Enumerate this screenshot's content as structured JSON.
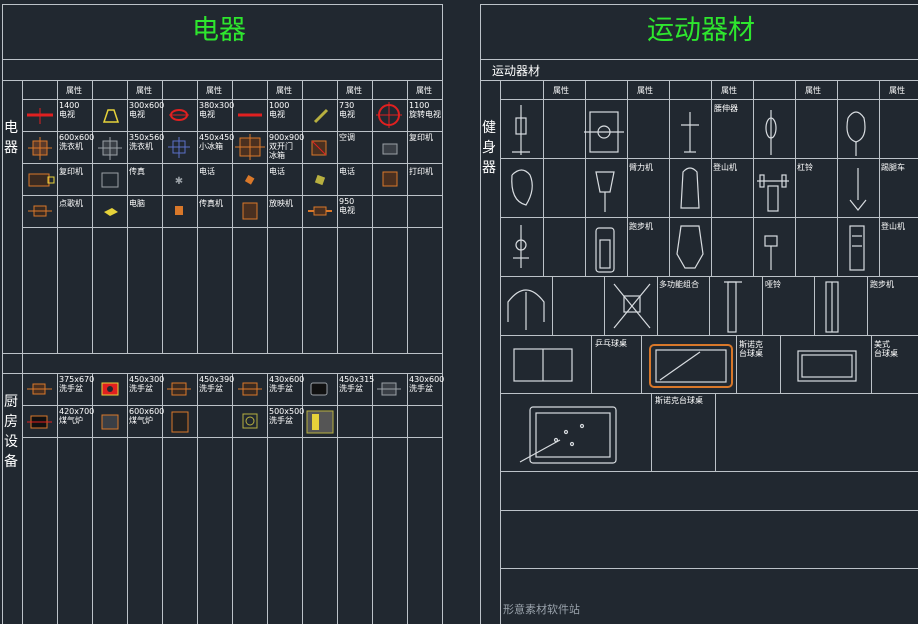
{
  "left": {
    "title": "电器",
    "section1_label": "电器",
    "section2_label": "厨房设备",
    "header_attr": "属性",
    "appliance_labels": [
      "1400\n电视",
      "300x600\n电视",
      "380x300\n电视",
      "1000\n电视",
      "730\n电视",
      "1100\n旋转电视",
      "600x600\n洗衣机",
      "350x560\n洗衣机",
      "450x450\n小冰箱",
      "900x900\n双开门\n冰箱",
      "空调",
      "复印机",
      "复印机",
      "传真",
      "电话",
      "电话",
      "电话",
      "打印机",
      "点歌机",
      "电脑",
      "传真机",
      "放映机",
      "950\n电视"
    ],
    "kitchen_labels": [
      "375x670\n洗手盆",
      "450x300\n洗手盆",
      "450x390\n洗手盆",
      "430x600\n洗手盆",
      "450x315\n洗手盆",
      "430x600\n洗手盆",
      "420x700\n煤气炉",
      "600x600\n煤气炉",
      "500x500\n洗手盆"
    ],
    "icon_colors": {
      "red": "#e02020",
      "orange": "#d9782a",
      "yellow": "#e6d23a",
      "olive": "#b8b040",
      "gray": "#9aa0a6",
      "blue": "#5a6fc8"
    }
  },
  "right": {
    "title": "运动器材",
    "subtitle": "运动器材",
    "section_label": "健身器",
    "header_attr": "属性",
    "equipment_labels": [
      "腰伸器",
      "臂力机",
      "登山机",
      "杠铃",
      "踢腿车",
      "跑步机",
      "登山机",
      "多功能组合",
      "哑铃",
      "跑步机",
      "乒乓球桌",
      "斯诺克\n台球桌",
      "美式\n台球桌",
      "斯诺克台球桌"
    ]
  },
  "watermark": "形意素材软件站"
}
